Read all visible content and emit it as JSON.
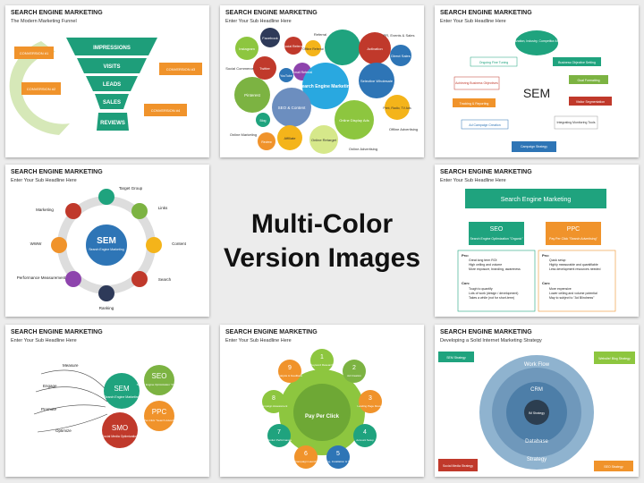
{
  "center": {
    "line1": "Multi-Color",
    "line2": "Version Images"
  },
  "slides": [
    {
      "title": "SEARCH ENGINE MARKETING",
      "subtitle": "The Modern Marketing Funnel",
      "funnel": [
        "IMPRESSIONS",
        "VISITS",
        "LEADS",
        "SALES",
        "REVIEWS"
      ],
      "conversions": [
        "CONVERSION #1",
        "CONVERSION #2",
        "CONVERSION #3",
        "CONVERSION #4"
      ]
    },
    {
      "title": "SEARCH ENGINE MARKETING",
      "subtitle": "Enter Your Sub Headline Here",
      "center_label": "Search Engine Marketing",
      "bubbles": [
        "Instagram",
        "Facebook",
        "Social Referral",
        "Offline Referral",
        "Referral",
        "PR, Events & Sales",
        "Social Commerce",
        "Twitter",
        "YouTube",
        "Email Referral",
        "Activation",
        "Direct Sales",
        "Pinterest",
        "SEO & Content",
        "Selective Wholesale",
        "Blog",
        "Online Display Ads",
        "Print, Radio, TV Ads",
        "Online Marketing",
        "Affiliate",
        "Online Retarget",
        "Offline Advertising",
        "Review",
        "Online Advertising"
      ]
    },
    {
      "title": "SEARCH ENGINE MARKETING",
      "subtitle": "Enter Your Sub Headline Here",
      "center_label": "SEM",
      "steps": [
        "Organization, Industry, Competitor Analysis",
        "Business Objective Setting",
        "Goal Formatting",
        "Visitor Segmentation",
        "Integrating Monitoring Tools",
        "Campaign Strategy",
        "Ad Campaign Creation",
        "Tracking & Reporting",
        "Achieving Business Objectives",
        "Ongoing Fine Tuning"
      ]
    },
    {
      "title": "SEARCH ENGINE MARKETING",
      "subtitle": "Enter Your Sub Headline Here",
      "center_label": "SEM",
      "center_sub": "Search Engine Marketing",
      "labels": [
        "Target Group",
        "Links",
        "Content",
        "Search",
        "Ranking",
        "Performance Measurement",
        "WWW",
        "Marketing"
      ]
    },
    {
      "title": "SEARCH ENGINE MARKETING",
      "subtitle": "Enter Your Sub Headline Here",
      "top_box": "Search Engine Marketing",
      "seo": {
        "title": "SEO",
        "sub": "Search Engine Optimization \"Organic\""
      },
      "ppc": {
        "title": "PPC",
        "sub": "Pay Per Click \"Search Advertising\""
      },
      "seo_pro": [
        "Great long term ROI",
        "High ceiling and volume",
        "More exposure, branding, awareness"
      ],
      "seo_con": [
        "Tough to quantify",
        "Lots of work (design / development)",
        "Takes a while (not for short-term)"
      ],
      "ppc_pro": [
        "Quick setup",
        "Highly measurable and quantifiable",
        "Less development resources needed"
      ],
      "ppc_con": [
        "More expensive",
        "Lower ceiling and volume potential",
        "May to subject to \"Ad Blindness\""
      ],
      "pro_label": "Pro:",
      "con_label": "Con:"
    },
    {
      "title": "SEARCH ENGINE MARKETING",
      "subtitle": "Enter Your Sub Headline Here",
      "arcs": [
        "Measure",
        "Engage",
        "Promote",
        "Optimize"
      ],
      "circles": [
        {
          "title": "SEM",
          "sub": "Search Engine Marketing"
        },
        {
          "title": "SEO",
          "sub": "Search Engine Optimization \"Organic\""
        },
        {
          "title": "PPC",
          "sub": "Pay-Per-Click \"Search Advertising\""
        },
        {
          "title": "SMO",
          "sub": "Social Media Optimization"
        }
      ]
    },
    {
      "title": "SEARCH ENGINE MARKETING",
      "subtitle": "Enter Your Sub Headline Here",
      "center_label": "Pay Per Click",
      "steps": [
        {
          "num": "1",
          "label": "Keyword Research"
        },
        {
          "num": "2",
          "label": "Ad Creation"
        },
        {
          "num": "3",
          "label": "Landing Page Review"
        },
        {
          "num": "4",
          "label": "Account Setup"
        },
        {
          "num": "5",
          "label": "Tracking, Installation & Testing"
        },
        {
          "num": "6",
          "label": "Campaign Launch"
        },
        {
          "num": "7",
          "label": "Monitor Performance"
        },
        {
          "num": "8",
          "label": "Campaign Assessment"
        },
        {
          "num": "9",
          "label": "Analysis & Feedback"
        }
      ]
    },
    {
      "title": "SEARCH ENGINE MARKETING",
      "subtitle": "Developing a Solid Internet Marketing Strategy",
      "rings": [
        "Work Flow",
        "CRM",
        "Database",
        "Strategy"
      ],
      "core": "IM Strategy",
      "corners": [
        "SEM Strategy",
        "Website/ Blog Strategy",
        "Social Media Strategy",
        "SEO Strategy"
      ]
    }
  ],
  "colors": {
    "orange": "#f0932b",
    "green": "#7cb342",
    "darkblue": "#2e75b6",
    "teal": "#1fa37e",
    "red": "#c0392b",
    "gold": "#f4b41a",
    "purple": "#8e44ad"
  }
}
